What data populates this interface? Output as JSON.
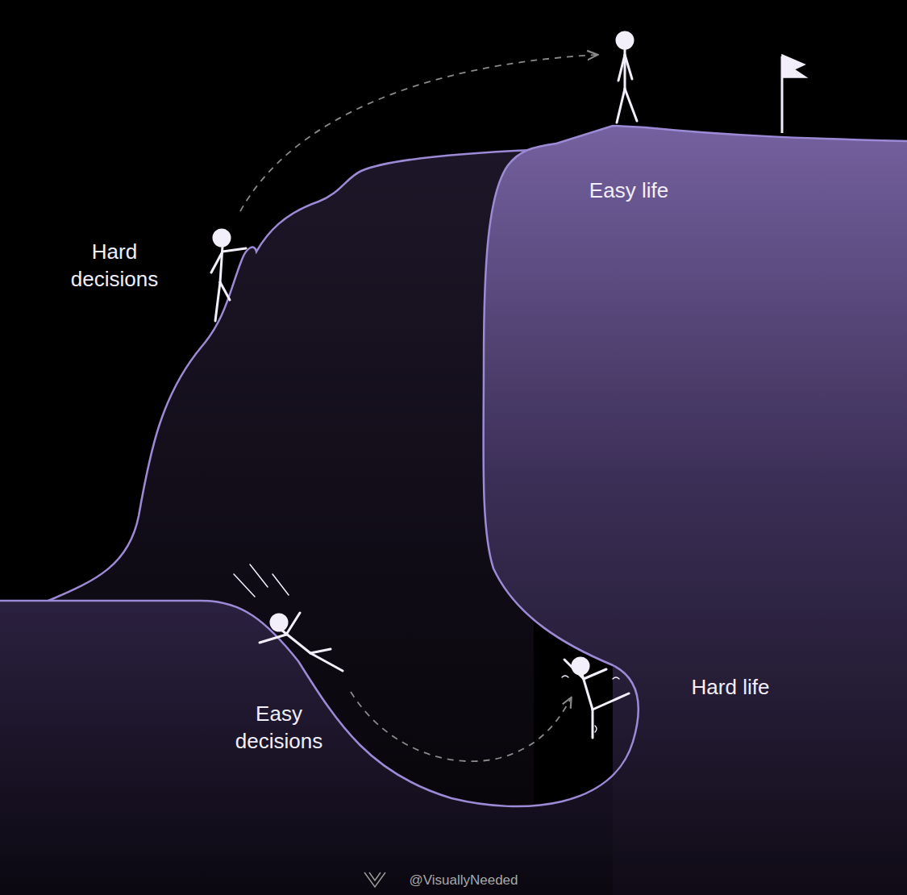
{
  "diagram": {
    "labels": [
      "Easy life",
      "Hard decisions",
      "Hard life",
      "Easy decisions",
      "@VisuallyNeeded"
    ]
  }
}
